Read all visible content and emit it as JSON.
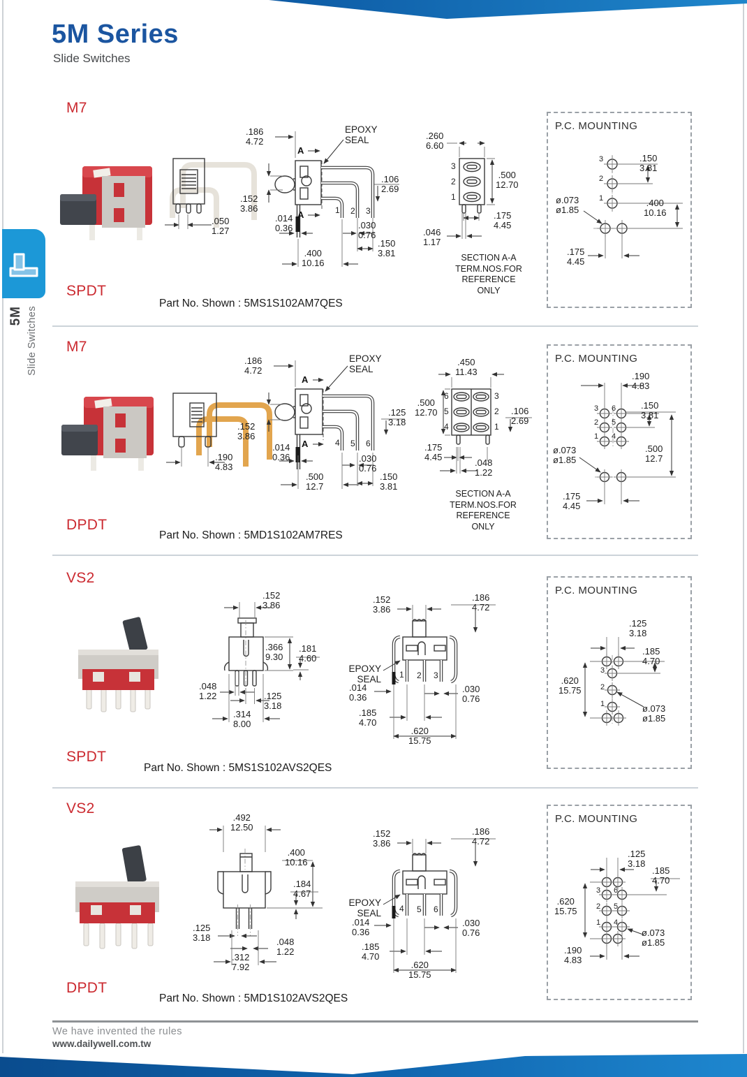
{
  "header": {
    "title": "5M Series",
    "subtitle": "Slide Switches"
  },
  "sidebar": {
    "series": "5M",
    "series_label": "Slide Switches"
  },
  "footer": {
    "tagline": "We have invented the rules",
    "website": "www.dailywell.com.tw"
  },
  "common": {
    "pc_mounting": "P.C. MOUNTING",
    "epoxy_line1": "EPOXY",
    "epoxy_line2": "SEAL",
    "note1": "SECTION A-A",
    "note2": "TERM.NOS.FOR",
    "note3": "REFERENCE ONLY",
    "a_mark": "A"
  },
  "sections": [
    {
      "model": "M7",
      "poles": "SPDT",
      "part_no": "Part No. Shown : 5MS1S102AM7QES",
      "terminals": [
        "1",
        "2",
        "3"
      ],
      "aa_terminals_left": [
        "3",
        "2",
        "1"
      ],
      "pc_holes": [
        "3",
        "2",
        "1"
      ],
      "dims": {
        "pitch_front": {
          "in": ".050",
          "mm": "1.27"
        },
        "top": {
          "in": ".186",
          "mm": "4.72"
        },
        "h": {
          "in": ".152",
          "mm": "3.86"
        },
        "pin_t": {
          "in": ".014",
          "mm": "0.36"
        },
        "offset": {
          "in": ".106",
          "mm": "2.69"
        },
        "pin_w": {
          "in": ".030",
          "mm": "0.76"
        },
        "pitch": {
          "in": ".150",
          "mm": "3.81"
        },
        "span": {
          "in": ".400",
          "mm": "10.16"
        },
        "aa_w": {
          "in": ".260",
          "mm": "6.60"
        },
        "aa_h": {
          "in": ".500",
          "mm": "12.70"
        },
        "aa_pitch": {
          "in": ".175",
          "mm": "4.45"
        },
        "aa_pin": {
          "in": ".046",
          "mm": "1.17"
        },
        "pc_pitch": {
          "in": ".150",
          "mm": "3.81"
        },
        "pc_span": {
          "in": ".400",
          "mm": "10.16"
        },
        "pc_hole": {
          "in": "ø.073",
          "mm": "ø1.85"
        },
        "pc_gap": {
          "in": ".175",
          "mm": "4.45"
        }
      }
    },
    {
      "model": "M7",
      "poles": "DPDT",
      "part_no": "Part No. Shown : 5MD1S102AM7RES",
      "terminals": [
        "4",
        "5",
        "6"
      ],
      "aa_terminals_left": [
        "6",
        "5",
        "4"
      ],
      "aa_terminals_right": [
        "3",
        "2",
        "1"
      ],
      "pc_holes_left": [
        "3",
        "2",
        "1"
      ],
      "pc_holes_right": [
        "6",
        "5",
        "4"
      ],
      "dims": {
        "pitch_front": {
          "in": ".190",
          "mm": "4.83"
        },
        "top": {
          "in": ".186",
          "mm": "4.72"
        },
        "h": {
          "in": ".152",
          "mm": "3.86"
        },
        "pin_t": {
          "in": ".014",
          "mm": "0.36"
        },
        "offset": {
          "in": ".125",
          "mm": "3.18"
        },
        "pin_w": {
          "in": ".030",
          "mm": "0.76"
        },
        "span": {
          "in": ".500",
          "mm": "12.7"
        },
        "pitch": {
          "in": ".150",
          "mm": "3.81"
        },
        "aa_w": {
          "in": ".450",
          "mm": "11.43"
        },
        "aa_h": {
          "in": ".500",
          "mm": "12.70"
        },
        "aa_pitch": {
          "in": ".175",
          "mm": "4.45"
        },
        "aa_pin": {
          "in": ".048",
          "mm": "1.22"
        },
        "aa_offset": {
          "in": ".106",
          "mm": "2.69"
        },
        "pc_col": {
          "in": ".190",
          "mm": "4.83"
        },
        "pc_pitch": {
          "in": ".150",
          "mm": "3.81"
        },
        "pc_span": {
          "in": ".500",
          "mm": "12.7"
        },
        "pc_hole": {
          "in": "ø.073",
          "mm": "ø1.85"
        },
        "pc_gap": {
          "in": ".175",
          "mm": "4.45"
        }
      }
    },
    {
      "model": "VS2",
      "poles": "SPDT",
      "part_no": "Part No. Shown : 5MS1S102AVS2QES",
      "terminals": [
        "1",
        "2",
        "3"
      ],
      "pc_holes": [
        "3",
        "2",
        "1"
      ],
      "dims": {
        "act_w": {
          "in": ".152",
          "mm": "3.86"
        },
        "body_h": {
          "in": ".366",
          "mm": "9.30"
        },
        "ear": {
          "in": ".181",
          "mm": "4.60"
        },
        "pin_t_f": {
          "in": ".048",
          "mm": "1.22"
        },
        "pitch_f": {
          "in": ".125",
          "mm": "3.18"
        },
        "body_w": {
          "in": ".314",
          "mm": "8.00"
        },
        "act_w2": {
          "in": ".152",
          "mm": "3.86"
        },
        "top": {
          "in": ".186",
          "mm": "4.72"
        },
        "pin_t": {
          "in": ".014",
          "mm": "0.36"
        },
        "pin_w": {
          "in": ".030",
          "mm": "0.76"
        },
        "pitch": {
          "in": ".185",
          "mm": "4.70"
        },
        "span": {
          "in": ".620",
          "mm": "15.75"
        },
        "pc_pitch_x": {
          "in": ".125",
          "mm": "3.18"
        },
        "pc_pitch_y": {
          "in": ".185",
          "mm": "4.70"
        },
        "pc_span": {
          "in": ".620",
          "mm": "15.75"
        },
        "pc_hole": {
          "in": "ø.073",
          "mm": "ø1.85"
        }
      }
    },
    {
      "model": "VS2",
      "poles": "DPDT",
      "part_no": "Part No. Shown : 5MD1S102AVS2QES",
      "terminals": [
        "4",
        "5",
        "6"
      ],
      "pc_holes_left": [
        "3",
        "2",
        "1"
      ],
      "pc_holes_right": [
        "6",
        "5",
        "4"
      ],
      "dims": {
        "body_top_w": {
          "in": ".492",
          "mm": "12.50"
        },
        "body_h": {
          "in": ".400",
          "mm": "10.16"
        },
        "ear": {
          "in": ".184",
          "mm": "4.67"
        },
        "pitch_f": {
          "in": ".125",
          "mm": "3.18"
        },
        "pin_t_f": {
          "in": ".048",
          "mm": "1.22"
        },
        "body_w": {
          "in": ".312",
          "mm": "7.92"
        },
        "act_w2": {
          "in": ".152",
          "mm": "3.86"
        },
        "top": {
          "in": ".186",
          "mm": "4.72"
        },
        "pin_t": {
          "in": ".014",
          "mm": "0.36"
        },
        "pin_w": {
          "in": ".030",
          "mm": "0.76"
        },
        "pitch": {
          "in": ".185",
          "mm": "4.70"
        },
        "span": {
          "in": ".620",
          "mm": "15.75"
        },
        "pc_pitch_x": {
          "in": ".125",
          "mm": "3.18"
        },
        "pc_pitch_y": {
          "in": ".185",
          "mm": "4.70"
        },
        "pc_span": {
          "in": ".620",
          "mm": "15.75"
        },
        "pc_hole": {
          "in": "ø.073",
          "mm": "ø1.85"
        },
        "pc_col": {
          "in": ".190",
          "mm": "4.83"
        }
      }
    }
  ]
}
